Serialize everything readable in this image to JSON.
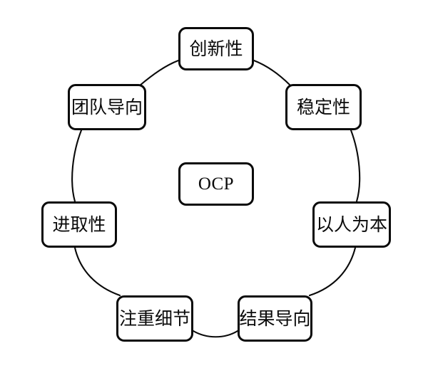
{
  "diagram": {
    "type": "circular-cycle",
    "center": {
      "label": "OCP",
      "name": "center-node-ocp"
    },
    "ring_nodes": [
      {
        "label": "创新性",
        "name": "node-innovation",
        "position": "top"
      },
      {
        "label": "稳定性",
        "name": "node-stability",
        "position": "upper-right"
      },
      {
        "label": "以人为本",
        "name": "node-people-oriented",
        "position": "right"
      },
      {
        "label": "结果导向",
        "name": "node-results-oriented",
        "position": "lower-right"
      },
      {
        "label": "注重细节",
        "name": "node-attention-to-detail",
        "position": "lower-left"
      },
      {
        "label": "进取性",
        "name": "node-aggressiveness",
        "position": "left"
      },
      {
        "label": "团队导向",
        "name": "node-team-oriented",
        "position": "upper-left"
      }
    ],
    "colors": {
      "stroke": "#0a0a0a",
      "fill": "#ffffff",
      "background": "#ffffff"
    }
  }
}
